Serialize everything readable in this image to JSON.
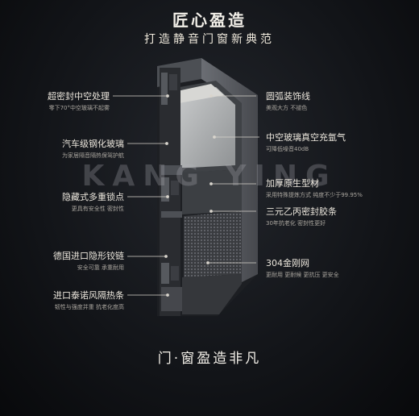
{
  "header": {
    "title": "匠心盈造",
    "subtitle": "打造静音门窗新典范"
  },
  "watermark": "KANG  YING",
  "footer": "门·窗盈造非凡",
  "left_labels": [
    {
      "title": "超密封中空处理",
      "desc": "零下70°中空玻璃不起雾"
    },
    {
      "title": "汽车级钢化玻璃",
      "desc": "为家居隔音隔热保驾护航"
    },
    {
      "title": "隐藏式多重锁点",
      "desc": "更具有安全性 密封性"
    },
    {
      "title": "德国进口隐形铰链",
      "desc": "安全可靠 承重耐用"
    },
    {
      "title": "进口泰诺风隔热条",
      "desc": "韧性与强度并重 抗老化度高"
    }
  ],
  "right_labels": [
    {
      "title": "圆弧装饰线",
      "desc": "美观大方 不褪色"
    },
    {
      "title": "中空玻璃真空充氩气",
      "desc": "可降低噪音40dB"
    },
    {
      "title": "加厚原生型材",
      "desc": "采用特殊提炼方式 纯度不少于99.95%"
    },
    {
      "title": "三元乙丙密封胶条",
      "desc": "30年抗老化 密封性更好"
    },
    {
      "title": "304金刚网",
      "desc": "更耐用 更耐候 更抗压 更安全"
    }
  ],
  "colors": {
    "background": "#121418",
    "frame": "#5a5d63",
    "frame_dark": "#2e3034",
    "glass": "#aeb1b3",
    "leader": "#d8d4cc"
  }
}
